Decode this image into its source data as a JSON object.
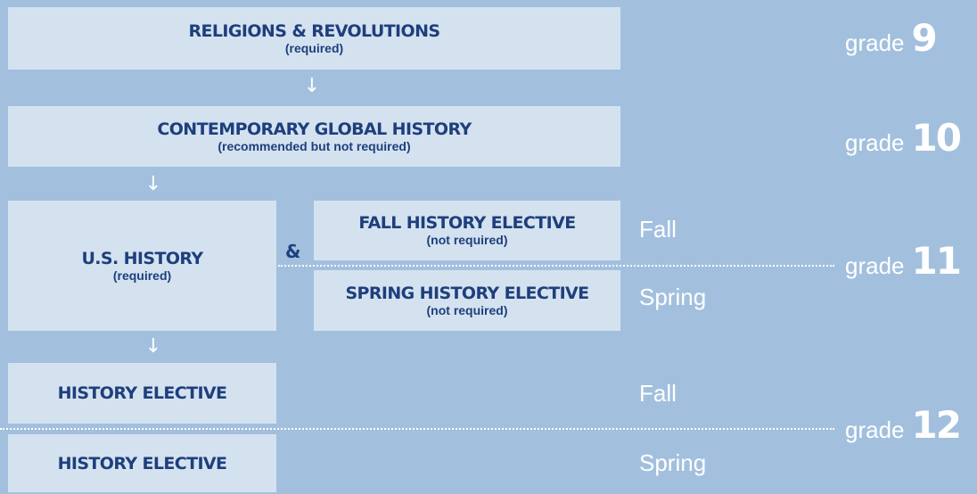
{
  "courses": {
    "religions": {
      "title": "RELIGIONS & REVOLUTIONS",
      "note": "(required)"
    },
    "contemporary": {
      "title": "CONTEMPORARY GLOBAL HISTORY",
      "note": "(recommended but not required)"
    },
    "us_history": {
      "title": "U.S. HISTORY",
      "note": "(required)"
    },
    "fall_elective": {
      "title": "FALL HISTORY ELECTIVE",
      "note": "(not required)"
    },
    "spring_elective": {
      "title": "SPRING HISTORY ELECTIVE",
      "note": "(not required)"
    },
    "elective_fall": {
      "title": "HISTORY ELECTIVE"
    },
    "elective_spring": {
      "title": "HISTORY ELECTIVE"
    }
  },
  "connector": "&",
  "arrow_glyph": "↓",
  "terms": {
    "fall": "Fall",
    "spring": "Spring"
  },
  "grades": {
    "word": "grade",
    "g9": "9",
    "g10": "10",
    "g11": "11",
    "g12": "12"
  },
  "colors": {
    "background": "#a2c0de",
    "box": "#d4e2f0",
    "text": "#1e3f7c",
    "accent": "#ffffff"
  }
}
